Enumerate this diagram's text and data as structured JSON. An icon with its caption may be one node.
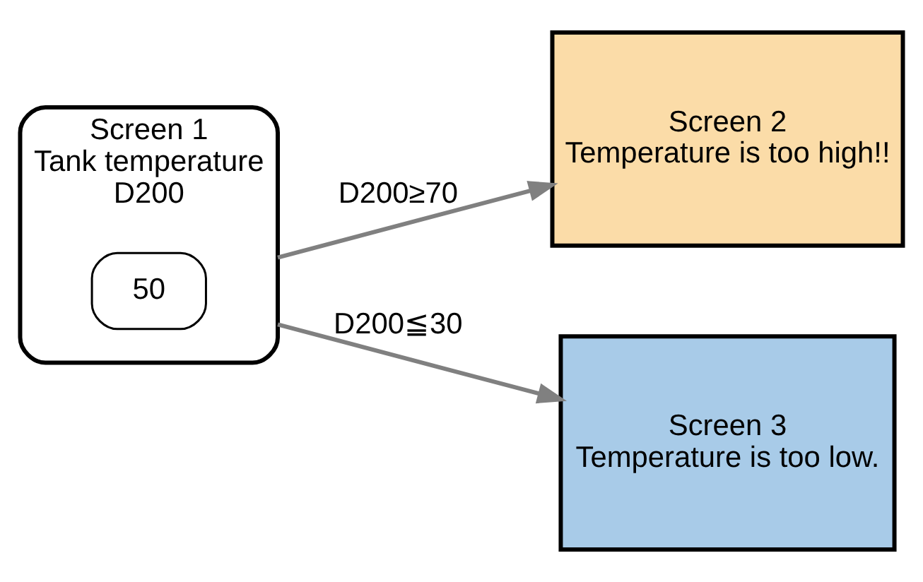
{
  "diagram": {
    "nodes": [
      {
        "text": [
          "Screen 1",
          "Tank temperature",
          "D200"
        ]
      },
      {
        "text": [
          "50"
        ],
        "in": 0
      },
      {
        "text": [
          "Screen 2",
          "Temperature is too high!!"
        ]
      },
      {
        "text": [
          "Screen 3",
          "Temperature is too low."
        ]
      }
    ],
    "edges": [
      {
        "from": 0,
        "to": 2,
        "arrow": "to",
        "label": "D200≥70"
      },
      {
        "from": 0,
        "to": 3,
        "arrow": "to",
        "label": "D200≦30"
      }
    ]
  }
}
